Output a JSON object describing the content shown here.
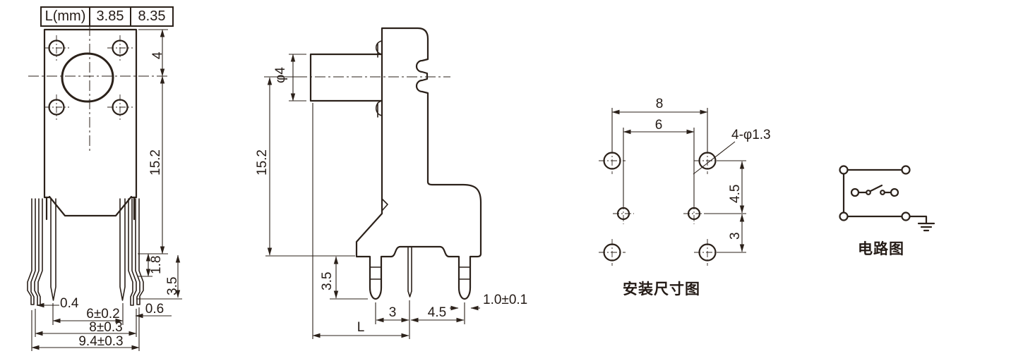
{
  "drawing": {
    "ink_color": "#2b211a",
    "background": "#ffffff"
  },
  "l_table": {
    "header": "L(mm)",
    "value_a": "3.85",
    "value_b": "8.35"
  },
  "front_view": {
    "dim_hole_offset": "4",
    "dim_body_height": "15.2",
    "dim_shoulder": "1.8",
    "dim_standoff": "3.5",
    "dim_leg_tip_width": "0.4",
    "dim_leg_width": "0.6",
    "dim_pin_pitch": "6±0.2",
    "dim_leg_pitch": "8±0.3",
    "dim_overall_width": "9.4±0.3"
  },
  "side_view": {
    "dim_shaft_dia": "φ4",
    "dim_body_height": "15.2",
    "dim_pin_length": "3.5",
    "dim_pin_pitch_a": "3",
    "dim_pin_pitch_b": "4.5",
    "dim_pin_width": "1.0±0.1",
    "dim_shaft_length": "L"
  },
  "mounting_diagram": {
    "caption": "安装尺寸图",
    "dim_outer_pitch": "8",
    "dim_inner_pitch": "6",
    "dim_hole_callout": "4-φ1.3",
    "dim_row_gap_a": "4.5",
    "dim_row_gap_b": "3"
  },
  "circuit_diagram": {
    "caption": "电路图"
  }
}
